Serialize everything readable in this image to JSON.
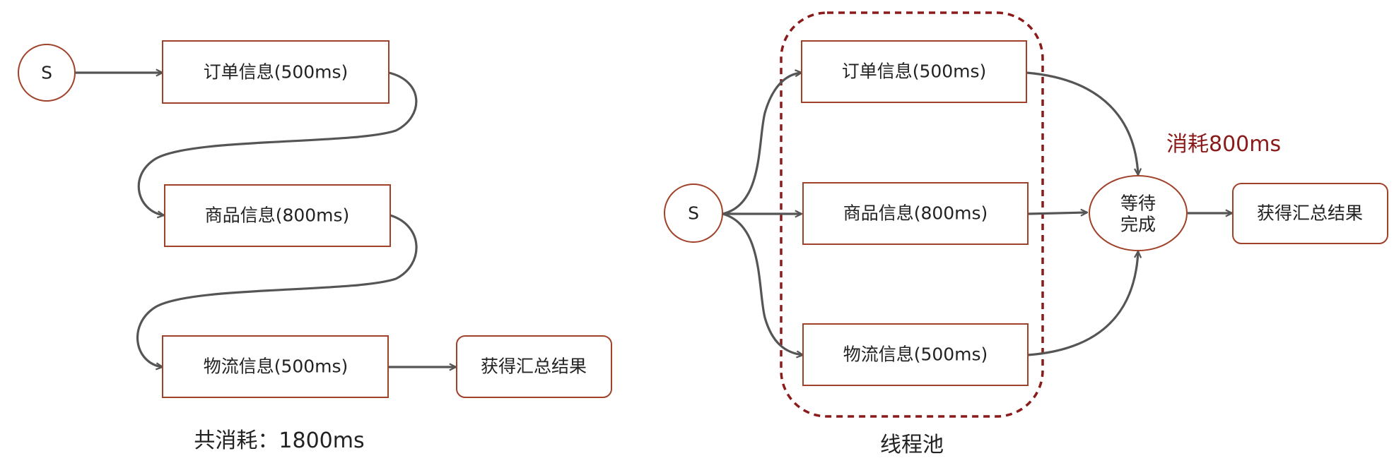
{
  "sequential": {
    "start": "S",
    "order": "订单信息(500ms)",
    "product": "商品信息(800ms)",
    "logistics": "物流信息(500ms)",
    "result": "获得汇总结果",
    "total": "共消耗：1800ms"
  },
  "parallel": {
    "start": "S",
    "order": "订单信息(500ms)",
    "product": "商品信息(800ms)",
    "logistics": "物流信息(500ms)",
    "wait_line1": "等待",
    "wait_line2": "完成",
    "elapsed": "消耗800ms",
    "result": "获得汇总结果",
    "pool": "线程池"
  },
  "colors": {
    "node_border": "#a0422a",
    "pool_border": "#8b1a1a",
    "edge": "#555555",
    "highlight_text": "#8b1a1a"
  }
}
